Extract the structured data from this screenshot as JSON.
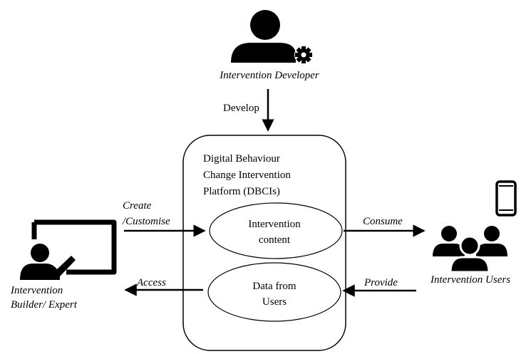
{
  "actors": {
    "developer": {
      "label": "Intervention Developer",
      "icon": "person-gear-icon"
    },
    "builder": {
      "label_line1": "Intervention",
      "label_line2": "Builder/ Expert",
      "icon": "presenter-board-icon"
    },
    "users": {
      "label": "Intervention Users",
      "icon": "user-group-icon",
      "device_icon": "smartphone-icon"
    }
  },
  "platform": {
    "title_line1": "Digital Behaviour",
    "title_line2": "Change Intervention",
    "title_line3": "Platform (DBCIs)",
    "content_line1": "Intervention",
    "content_line2": "content",
    "data_line1": "Data from",
    "data_line2": "Users"
  },
  "arrows": {
    "develop": "Develop",
    "create_line1": "Create",
    "create_line2": "/Customise",
    "consume": "Consume",
    "access": "Access",
    "provide": "Provide"
  },
  "colors": {
    "ink": "#000000",
    "background": "#ffffff"
  }
}
